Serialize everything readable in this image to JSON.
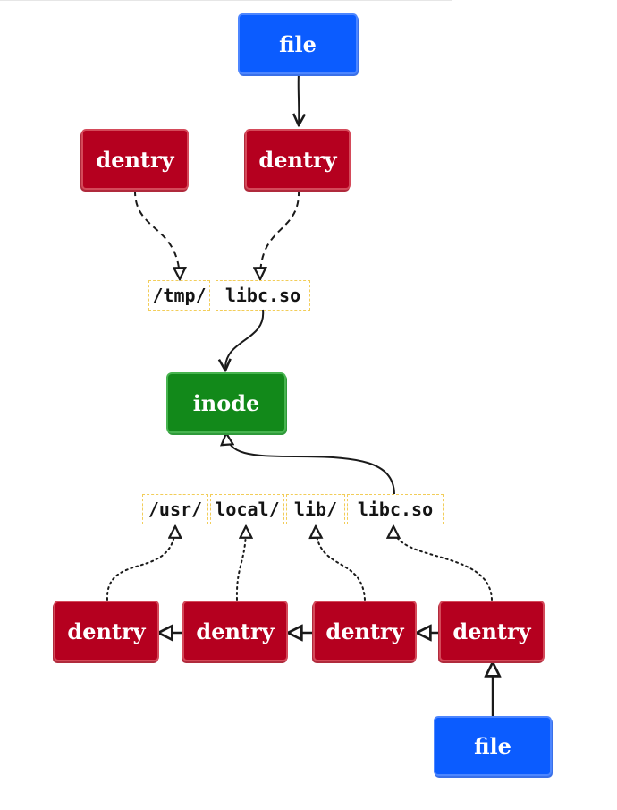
{
  "colors": {
    "file": "#0b5cff",
    "dentry": "#b5001f",
    "inode": "#12891a",
    "segment_border": "#f2cd59",
    "edge": "#1a1a1a"
  },
  "nodes": {
    "file_top": "file",
    "dentry_tmp": "dentry",
    "dentry_libc_top": "dentry",
    "inode": "inode",
    "dentry_usr": "dentry",
    "dentry_local": "dentry",
    "dentry_lib": "dentry",
    "dentry_libc_bottom": "dentry",
    "file_bottom": "file"
  },
  "paths": {
    "tmp_path": [
      "/tmp/",
      "libc.so"
    ],
    "usr_path": [
      "/usr/",
      "local/",
      "lib/",
      "libc.so"
    ]
  }
}
